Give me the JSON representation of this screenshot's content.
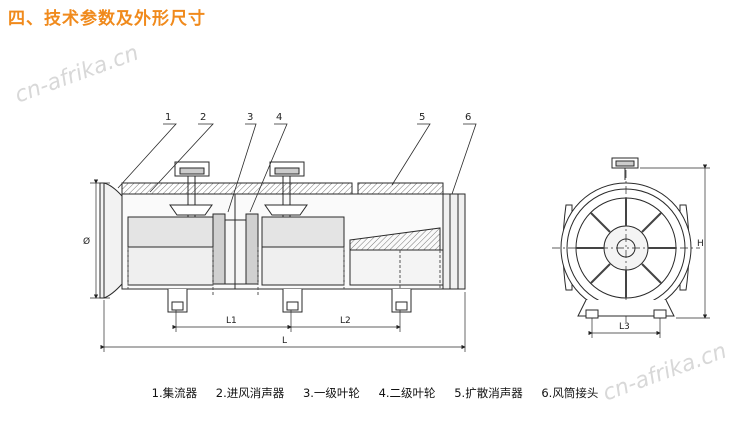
{
  "heading": "四、技术参数及外形尺寸",
  "watermark": "cn-afrika.cn",
  "callouts": [
    "1",
    "2",
    "3",
    "4",
    "5",
    "6"
  ],
  "dimensions": {
    "diameter": "Ø",
    "l1": "L1",
    "l2": "L2",
    "l": "L",
    "h": "H",
    "l3": "L3"
  },
  "legend": [
    "1.集流器",
    "2.进风消声器",
    "3.一级叶轮",
    "4.二级叶轮",
    "5.扩散消声器",
    "6.风筒接头"
  ],
  "colors": {
    "heading": "#f08a1c",
    "line": "#2a2a2a",
    "muffler": "#bbbbbb",
    "body": "#e4e4e4"
  }
}
